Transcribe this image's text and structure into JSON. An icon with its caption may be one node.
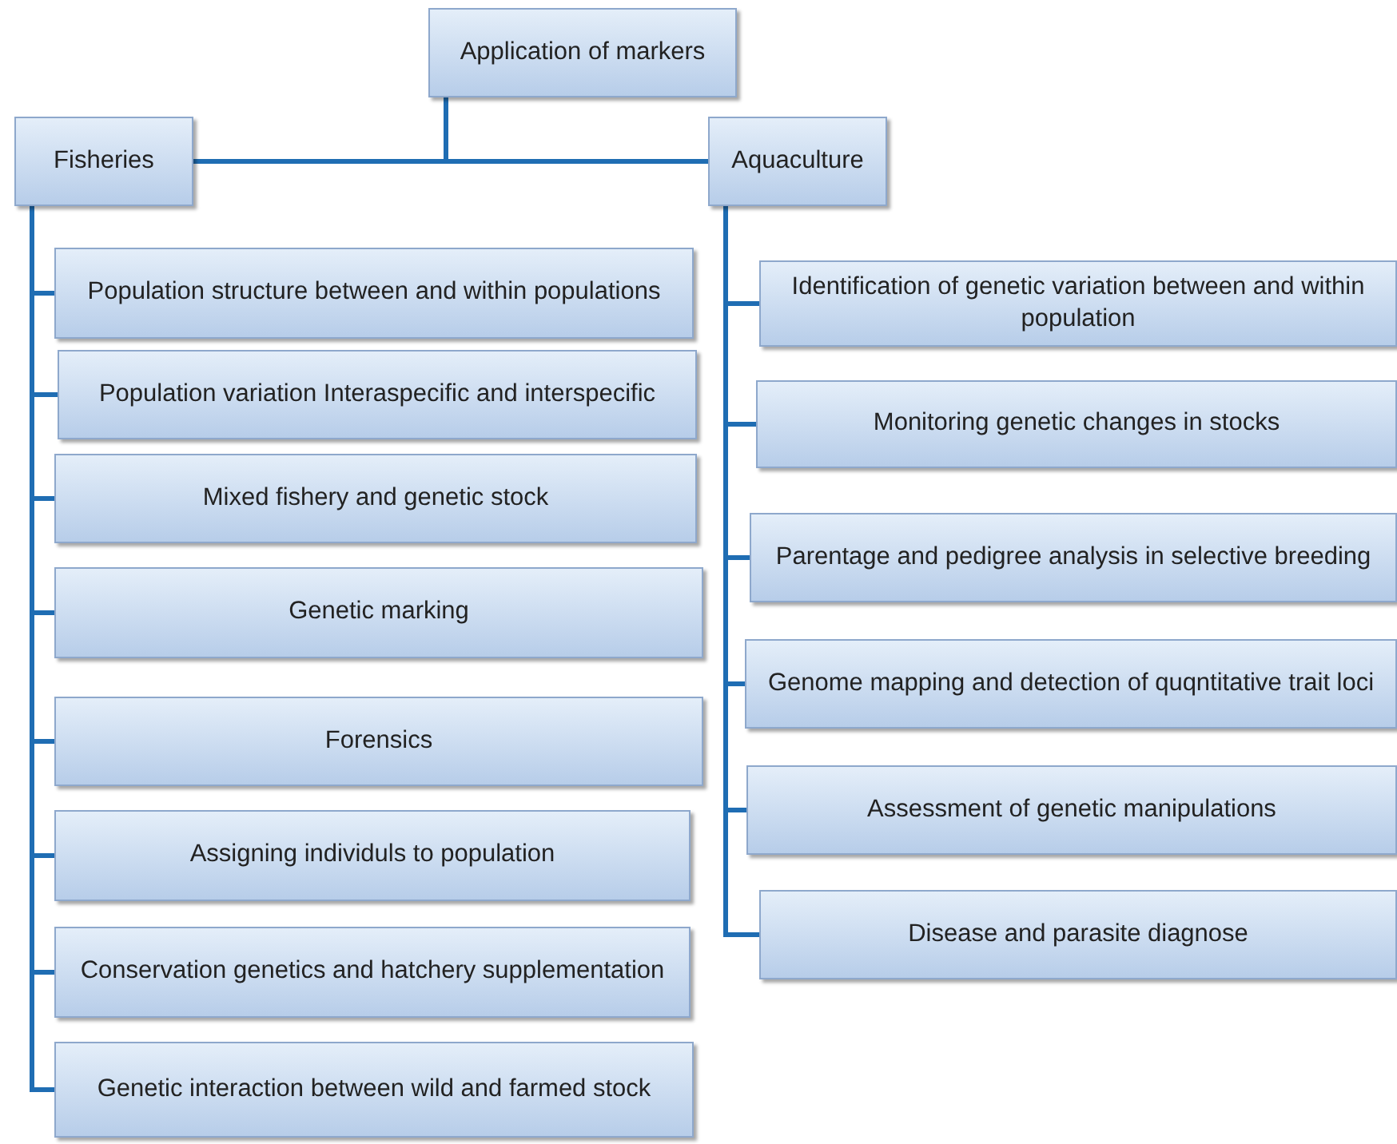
{
  "diagram": {
    "nodes": [
      {
        "text": [
          "Application of markers"
        ]
      },
      {
        "text": [
          "Fisheries"
        ]
      },
      {
        "text": [
          "Aquaculture"
        ]
      },
      {
        "text": [
          "Population structure between and within populations"
        ]
      },
      {
        "text": [
          "Population variation Interaspecific and interspecific"
        ]
      },
      {
        "text": [
          "Mixed fishery and genetic stock"
        ]
      },
      {
        "text": [
          "Genetic marking"
        ]
      },
      {
        "text": [
          "Forensics"
        ]
      },
      {
        "text": [
          "Assigning individuls to population"
        ]
      },
      {
        "text": [
          "Conservation genetics and hatchery supplementation"
        ]
      },
      {
        "text": [
          "Genetic interaction between wild and farmed stock"
        ]
      },
      {
        "text": [
          "Identification of genetic variation between and within population"
        ]
      },
      {
        "text": [
          "Monitoring genetic changes in stocks"
        ]
      },
      {
        "text": [
          "Parentage and pedigree analysis in selective breeding"
        ]
      },
      {
        "text": [
          "Genome mapping  and detection of quqntitative trait loci"
        ]
      },
      {
        "text": [
          "Assessment of genetic manipulations"
        ]
      },
      {
        "text": [
          "Disease and parasite diagnose"
        ]
      }
    ],
    "edges": [
      {
        "from": 0,
        "to": 1,
        "arrow": "none"
      },
      {
        "from": 0,
        "to": 2,
        "arrow": "none"
      },
      {
        "from": 1,
        "to": 3,
        "arrow": "none"
      },
      {
        "from": 1,
        "to": 4,
        "arrow": "none"
      },
      {
        "from": 1,
        "to": 5,
        "arrow": "none"
      },
      {
        "from": 1,
        "to": 6,
        "arrow": "none"
      },
      {
        "from": 1,
        "to": 7,
        "arrow": "none"
      },
      {
        "from": 1,
        "to": 8,
        "arrow": "none"
      },
      {
        "from": 1,
        "to": 9,
        "arrow": "none"
      },
      {
        "from": 1,
        "to": 10,
        "arrow": "none"
      },
      {
        "from": 2,
        "to": 11,
        "arrow": "none"
      },
      {
        "from": 2,
        "to": 12,
        "arrow": "none"
      },
      {
        "from": 2,
        "to": 13,
        "arrow": "none"
      },
      {
        "from": 2,
        "to": 14,
        "arrow": "none"
      },
      {
        "from": 2,
        "to": 15,
        "arrow": "none"
      },
      {
        "from": 2,
        "to": 16,
        "arrow": "none"
      }
    ]
  }
}
